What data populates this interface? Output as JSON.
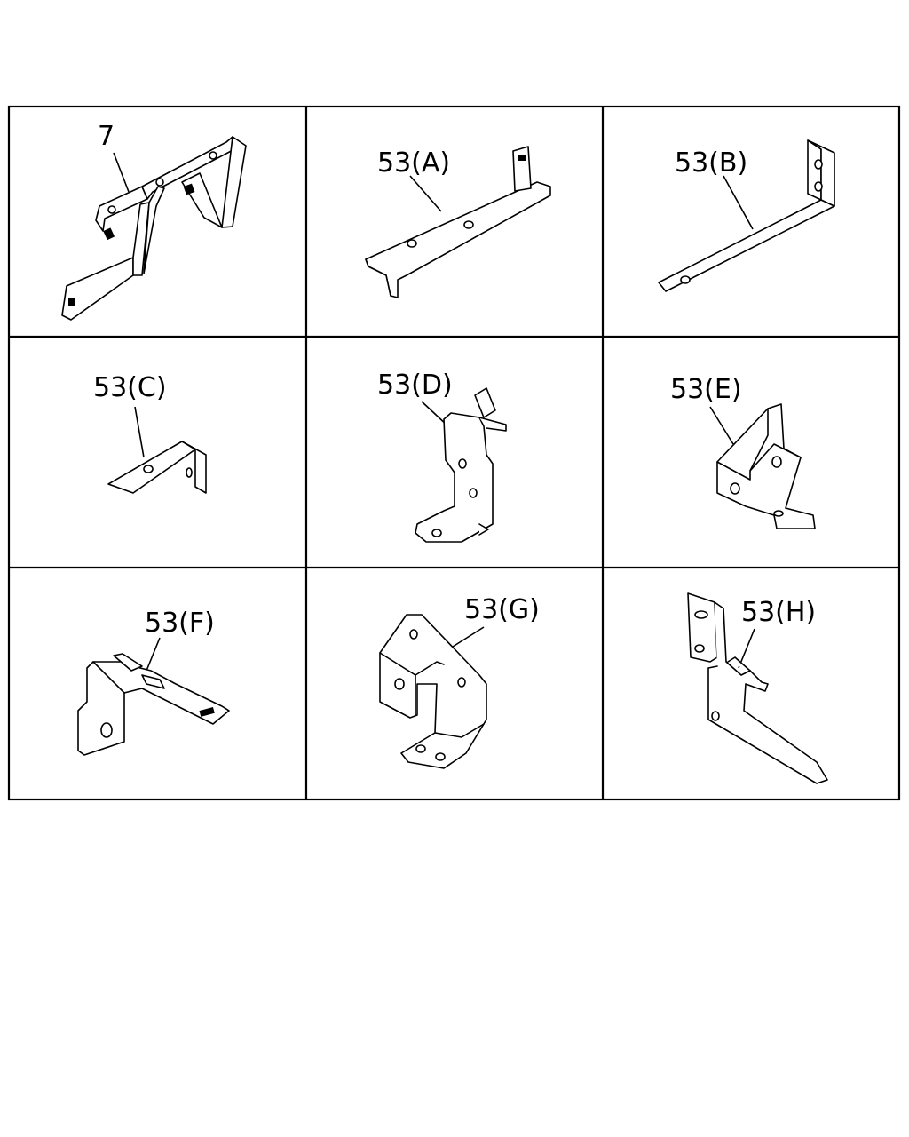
{
  "cells": [
    {
      "label": "7"
    },
    {
      "label": "53(A)"
    },
    {
      "label": "53(B)"
    },
    {
      "label": "53(C)"
    },
    {
      "label": "53(D)"
    },
    {
      "label": "53(E)"
    },
    {
      "label": "53(F)"
    },
    {
      "label": "53(G)"
    },
    {
      "label": "53(H)"
    }
  ]
}
